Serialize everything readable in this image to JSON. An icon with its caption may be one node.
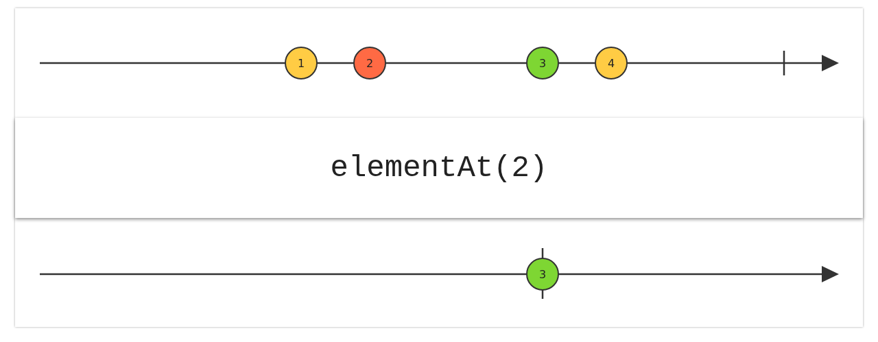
{
  "diagram": {
    "nodes": [
      {
        "text": [
          "1"
        ]
      },
      {
        "text": [
          "2"
        ]
      },
      {
        "text": [
          "3"
        ]
      },
      {
        "text": [
          "4"
        ]
      },
      {
        "text": [
          "elementAt(2)"
        ]
      },
      {
        "text": [
          "3"
        ]
      }
    ]
  }
}
